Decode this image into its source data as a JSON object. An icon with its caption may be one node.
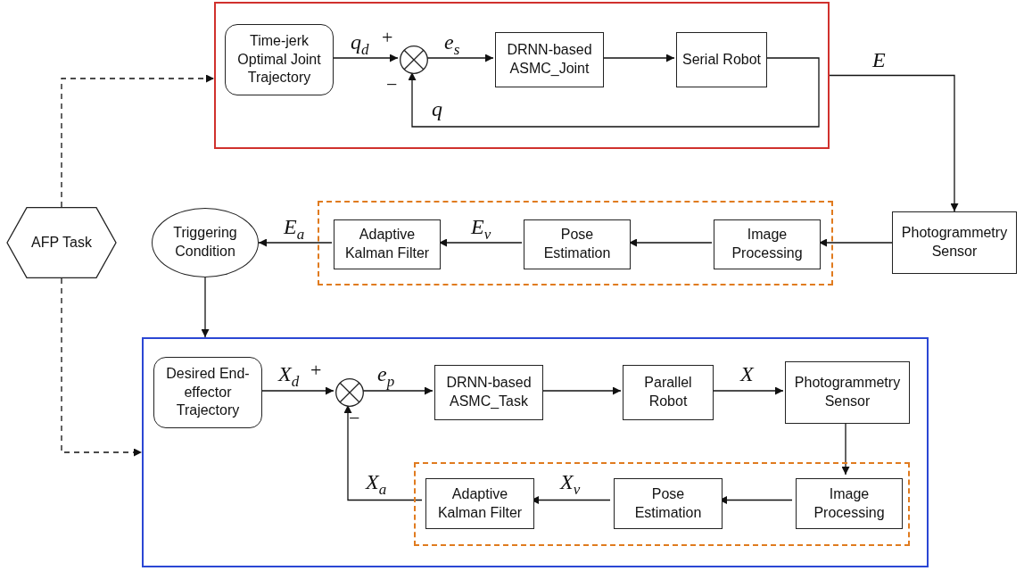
{
  "diagram": {
    "nodes": [
      {
        "text": [],
        "shape": "box"
      },
      {
        "text": [
          "Time-jerk Optimal Joint Trajectory"
        ],
        "in": 0
      },
      {
        "text": [],
        "shape": "circle",
        "in": 0
      },
      {
        "text": [
          "DRNN-based ASMC_Joint"
        ],
        "in": 0
      },
      {
        "text": [
          "Serial Robot"
        ],
        "in": 0
      },
      {
        "text": [
          "Photogrammetry Sensor"
        ]
      },
      {
        "text": [
          "AFP Task"
        ]
      },
      {
        "text": [],
        "shape": "box"
      },
      {
        "text": [
          "Image Processing"
        ],
        "in": 7
      },
      {
        "text": [
          "Pose Estimation"
        ],
        "in": 7
      },
      {
        "text": [
          "Adaptive Kalman Filter"
        ],
        "in": 7
      },
      {
        "text": [
          "Triggering Condition"
        ]
      },
      {
        "text": [],
        "shape": "box"
      },
      {
        "text": [
          "Desired End-effector Trajectory"
        ],
        "in": 12
      },
      {
        "text": [],
        "shape": "circle",
        "in": 12
      },
      {
        "text": [
          "DRNN-based ASMC_Task"
        ],
        "in": 12
      },
      {
        "text": [
          "Parallel Robot"
        ],
        "in": 12
      },
      {
        "text": [
          "Photogrammetry Sensor"
        ],
        "in": 12
      },
      {
        "text": [],
        "shape": "box",
        "in": 12
      },
      {
        "text": [
          "Image Processing"
        ],
        "in": 18
      },
      {
        "text": [
          "Pose Estimation"
        ],
        "in": 18
      },
      {
        "text": [
          "Adaptive Kalman Filter"
        ],
        "in": 18
      }
    ],
    "edges": [
      {
        "from": 1,
        "to": 2,
        "arrow": "to",
        "label": "q$_{d}$"
      },
      {
        "from": 2,
        "to": 3,
        "arrow": "to",
        "label": "e$_{s}$"
      },
      {
        "from": 3,
        "to": 4,
        "arrow": "to"
      },
      {
        "from": 4,
        "to": 2,
        "arrow": "to",
        "label": "q"
      },
      {
        "from": 0,
        "to": 5,
        "arrow": "to",
        "label": "E"
      },
      {
        "from": 5,
        "to": 8,
        "arrow": "to"
      },
      {
        "from": 8,
        "to": 9,
        "arrow": "to"
      },
      {
        "from": 9,
        "to": 10,
        "arrow": "to",
        "label": "E$_{v}$"
      },
      {
        "from": 10,
        "to": 11,
        "arrow": "to",
        "label": "E$_{a}$"
      },
      {
        "from": 11,
        "to": 12,
        "arrow": "to"
      },
      {
        "from": 6,
        "to": 0,
        "arrow": "to",
        "style": "dashed"
      },
      {
        "from": 6,
        "to": 12,
        "arrow": "to",
        "style": "dashed"
      },
      {
        "from": 13,
        "to": 14,
        "arrow": "to",
        "label": "X$_{d}$"
      },
      {
        "from": 14,
        "to": 15,
        "arrow": "to",
        "label": "e$_{p}$"
      },
      {
        "from": 15,
        "to": 16,
        "arrow": "to"
      },
      {
        "from": 16,
        "to": 17,
        "arrow": "to",
        "label": "X"
      },
      {
        "from": 17,
        "to": 19,
        "arrow": "to"
      },
      {
        "from": 19,
        "to": 20,
        "arrow": "to"
      },
      {
        "from": 20,
        "to": 21,
        "arrow": "to",
        "label": "X$_{v}$"
      },
      {
        "from": 21,
        "to": 14,
        "arrow": "to",
        "label": "X$_{a}$"
      }
    ],
    "labels": [
      "+",
      "−",
      "+",
      "−"
    ]
  }
}
